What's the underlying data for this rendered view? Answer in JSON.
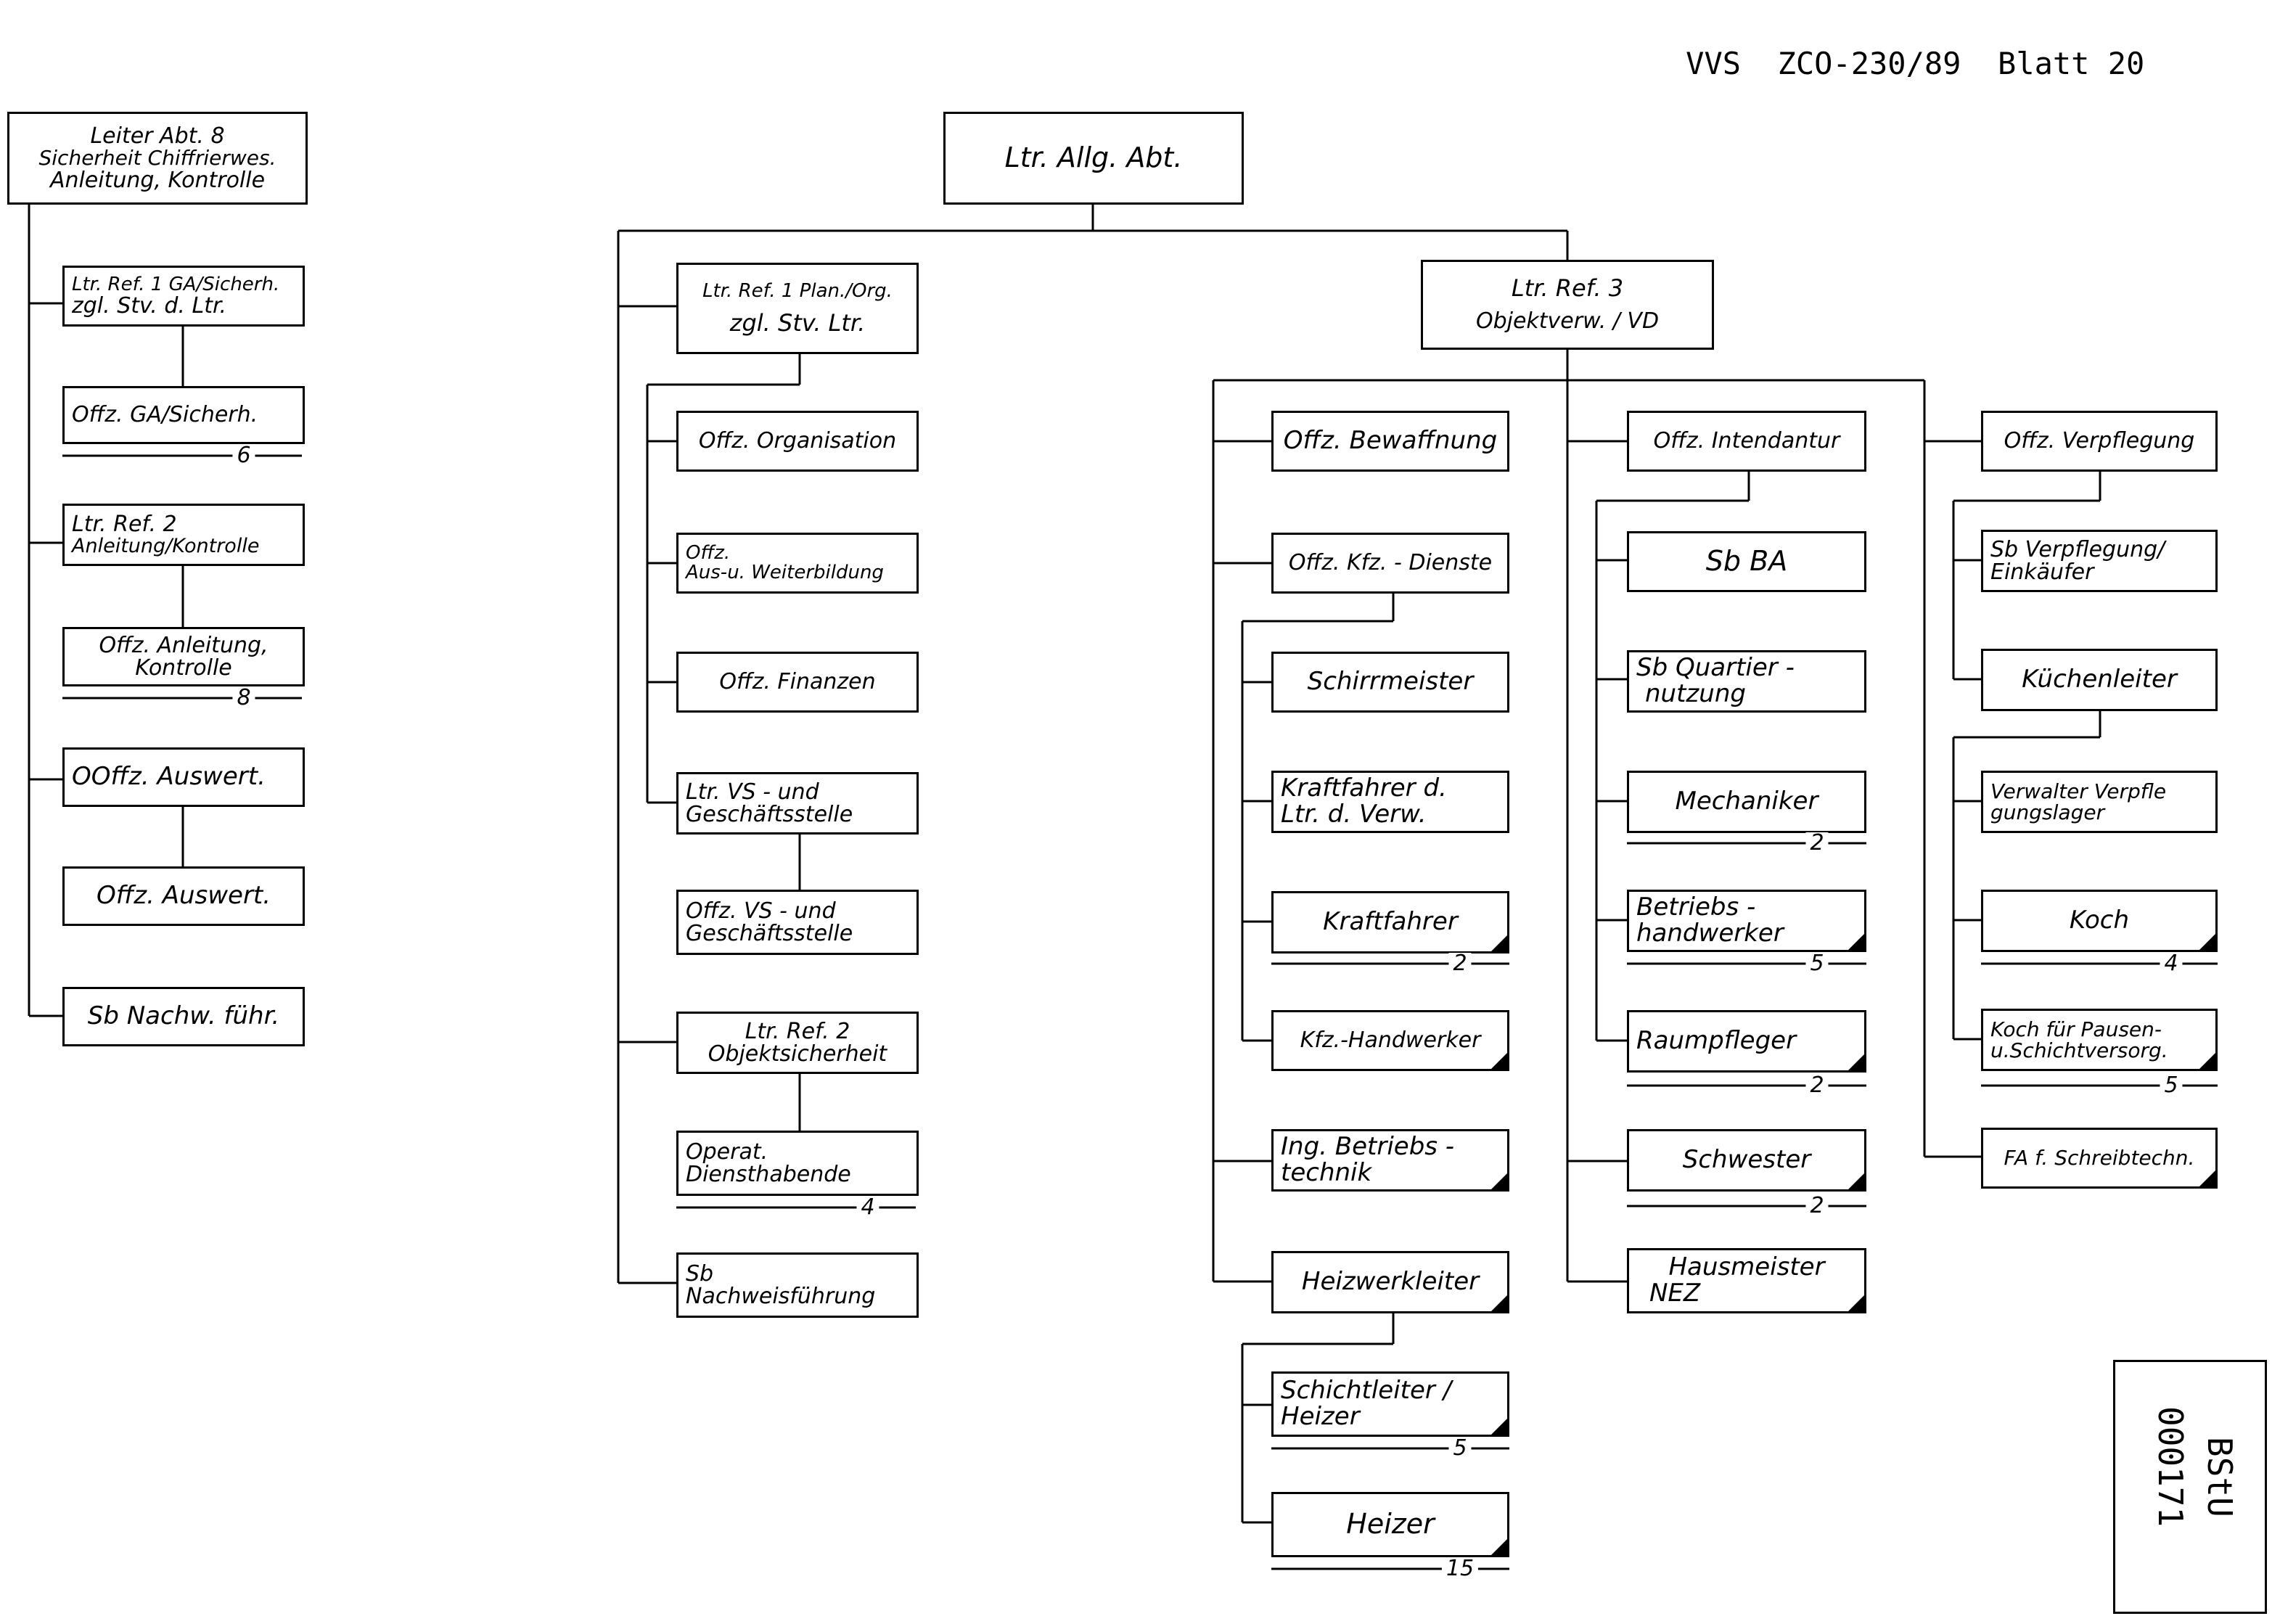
{
  "header": {
    "doc_ref": "VVS  ZCO-230/89",
    "sheet": "Blatt 20"
  },
  "stamp": {
    "line1": "BStU",
    "line2": "000171"
  },
  "left": {
    "head": [
      "Leiter Abt. 8",
      "Sicherheit Chiffrierwes.",
      "Anleitung, Kontrolle"
    ],
    "ref1": [
      "Ltr. Ref. 1 GA/Sicherh.",
      "zgl. Stv. d. Ltr."
    ],
    "offz_ga": "Offz. GA/Sicherh.",
    "offz_ga_count": "6",
    "ref2": [
      "Ltr. Ref. 2",
      "Anleitung/Kontrolle"
    ],
    "offz_anl": [
      "Offz. Anleitung,",
      "Kontrolle"
    ],
    "offz_anl_count": "8",
    "ooffz": "OOffz. Auswert.",
    "offz_ausw": "Offz. Auswert.",
    "sb": "Sb Nachw. führ."
  },
  "main": {
    "head": "Ltr. Allg. Abt.",
    "ref1": [
      "Ltr. Ref. 1 Plan./Org.",
      "zgl. Stv. Ltr."
    ],
    "org": "Offz. Organisation",
    "ausb": [
      "Offz.",
      "Aus-u. Weiterbildung"
    ],
    "fin": "Offz. Finanzen",
    "vs_ltr": [
      "Ltr. VS - und",
      "Geschäftsstelle"
    ],
    "vs_offz": [
      "Offz. VS - und",
      "Geschäftsstelle"
    ],
    "ref2": [
      "Ltr. Ref. 2",
      "Objektsicherheit"
    ],
    "operat": [
      "Operat.",
      "Diensthabende"
    ],
    "operat_count": "4",
    "sb": [
      "Sb",
      "Nachweisführung"
    ],
    "ref3": [
      "Ltr. Ref. 3",
      "Objektverw. / VD"
    ]
  },
  "col_a": {
    "bewaffnung": "Offz. Bewaffnung",
    "kfz": "Offz. Kfz. - Dienste",
    "schirr": "Schirrmeister",
    "kraft_ltr": [
      "Kraftfahrer d.",
      "Ltr. d. Verw."
    ],
    "kraft": "Kraftfahrer",
    "kraft_count": "2",
    "kfz_hw": "Kfz.-Handwerker",
    "ing": [
      "Ing. Betriebs -",
      "technik"
    ],
    "heiz_ltr": "Heizwerkleiter",
    "schicht": [
      "Schichtleiter /",
      "Heizer"
    ],
    "schicht_count": "5",
    "heizer": "Heizer",
    "heizer_count": "15"
  },
  "col_b": {
    "intendantur": "Offz. Intendantur",
    "sb_ba": "Sb BA",
    "quartier": [
      "Sb Quartier -",
      "nutzung"
    ],
    "mechaniker": "Mechaniker",
    "mechaniker_count": "2",
    "betriebs": [
      "Betriebs -",
      "handwerker"
    ],
    "betriebs_count": "5",
    "raum": "Raumpfleger",
    "raum_count": "2",
    "schwester": "Schwester",
    "schwester_count": "2",
    "hausmeister": [
      "Hausmeister",
      "NEZ"
    ]
  },
  "col_c": {
    "verpflegung": "Offz. Verpflegung",
    "sb_verpf": [
      "Sb Verpflegung/",
      "Einkäufer"
    ],
    "kuechen": "Küchenleiter",
    "verwalter": [
      "Verwalter Verpfle",
      "gungslager"
    ],
    "koch": "Koch",
    "koch_count": "4",
    "koch_pausen": [
      "Koch für Pausen-",
      "u.Schichtversorg."
    ],
    "koch_pausen_count": "5",
    "fa": "FA f. Schreibtechn."
  }
}
